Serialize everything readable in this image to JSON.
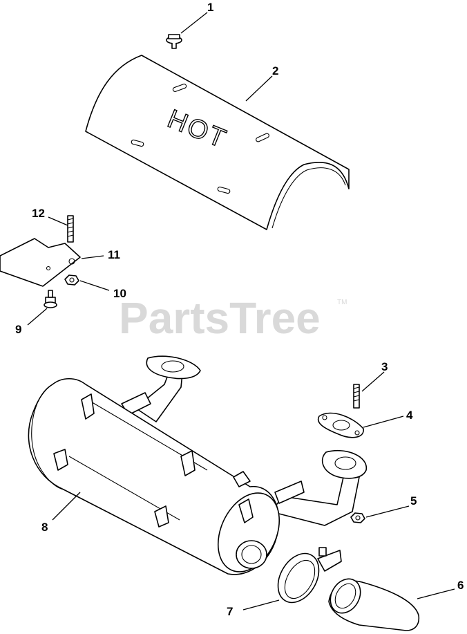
{
  "watermark": {
    "text": "PartsTree",
    "tm": "TM"
  },
  "shield_text": "HOT",
  "callouts": [
    "1",
    "2",
    "3",
    "4",
    "5",
    "6",
    "7",
    "8",
    "9",
    "10",
    "11",
    "12"
  ]
}
